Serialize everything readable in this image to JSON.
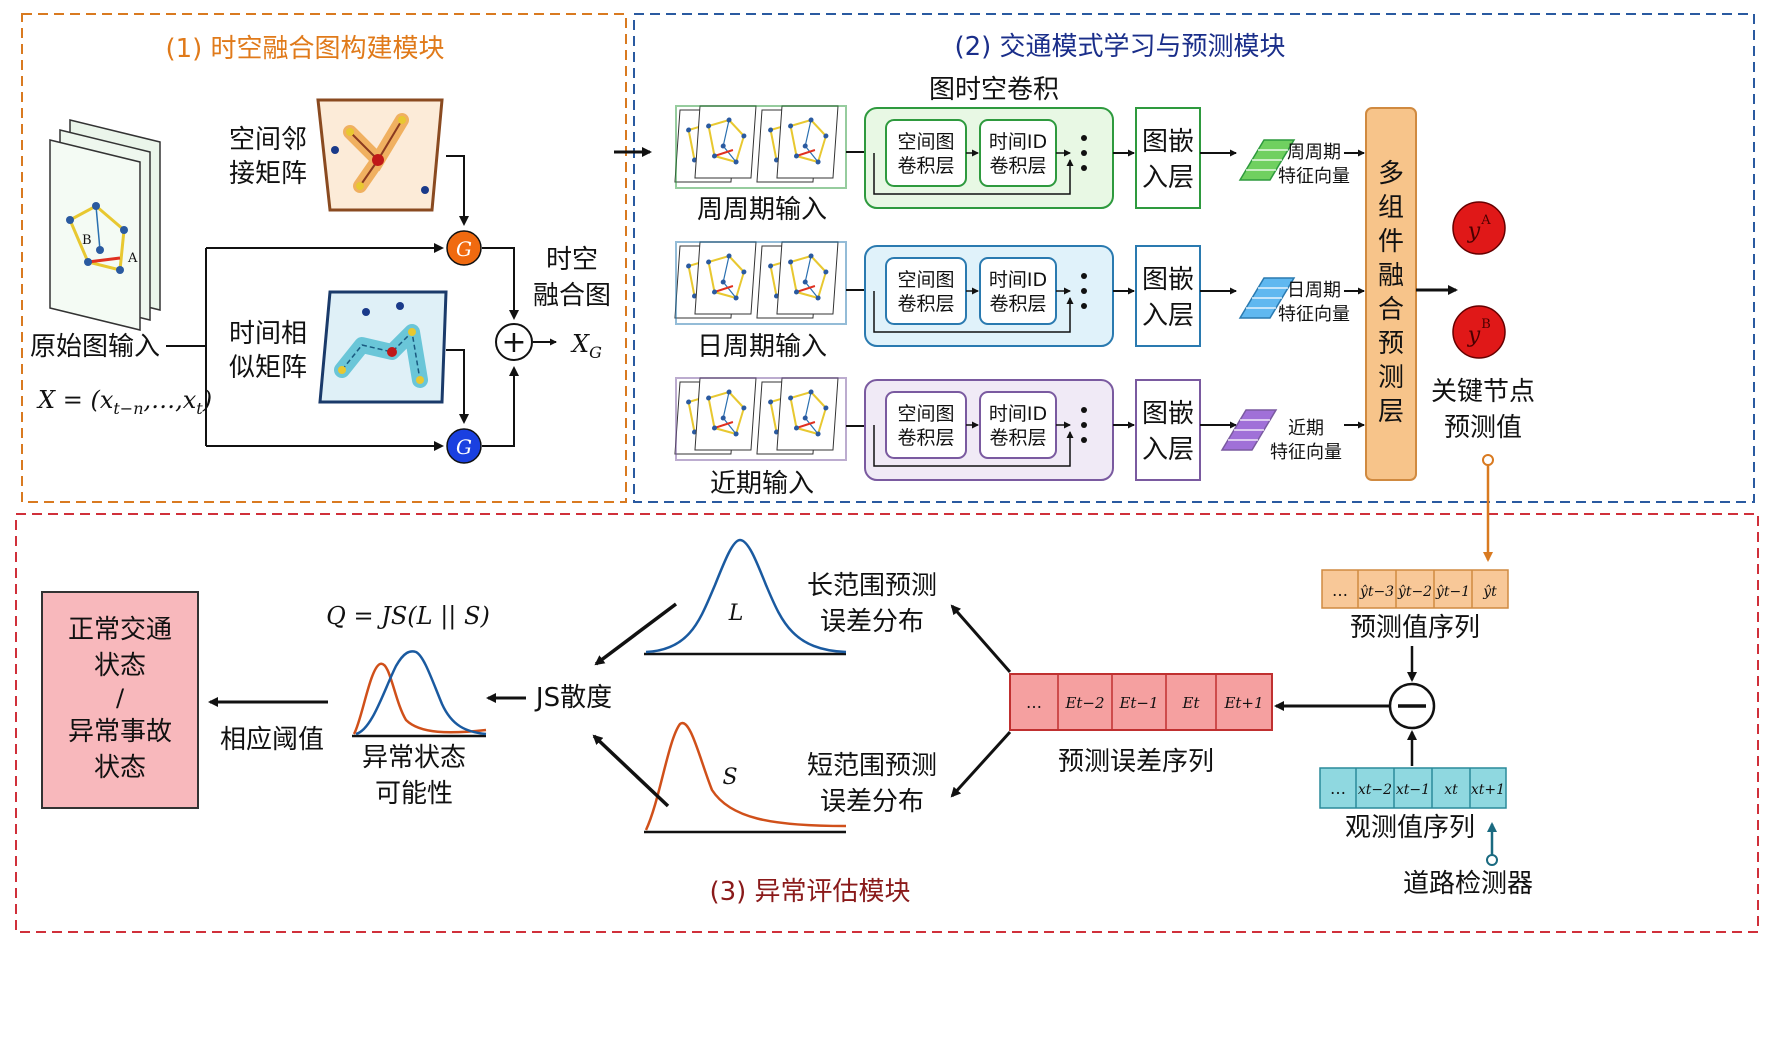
{
  "modules": {
    "m1_title": "(1) 时空融合图构建模块",
    "m2_title": "(2) 交通模式学习与预测模块",
    "m3_title": "(3) 异常评估模块"
  },
  "colors": {
    "m1_border": "#d97a20",
    "m2_border": "#2a5aa0",
    "m3_border": "#d0303a",
    "m1_title": "#e07a1a",
    "m2_title": "#1a2e8a",
    "m3_title": "#8a1a1a",
    "green": "#2e9a3e",
    "blue": "#2a7ab0",
    "purple": "#7a5aa0",
    "fusion": "#f7c48a",
    "pred_red": "#e01818",
    "pred_seq": "#f8c898",
    "err_seq": "#f5a0a0",
    "obs_seq": "#8fd8e0",
    "normal_box": "#f8b8bc"
  },
  "m1": {
    "raw_input": "原始图输入",
    "formula_x": "X = (x",
    "formula_x_sub1": "t−n",
    "formula_x_mid": ",…,x",
    "formula_x_sub2": "t",
    "formula_x_end": ")",
    "spatial_1": "空间邻",
    "spatial_2": "接矩阵",
    "temporal_1": "时间相",
    "temporal_2": "似矩阵",
    "g_label": "G",
    "st_1": "时空",
    "st_2": "融合图",
    "xg": "X",
    "xg_sub": "G",
    "plus": "+"
  },
  "m2": {
    "gconv_title": "图时空卷积",
    "branches": [
      {
        "input_label": "周周期输入",
        "spatial": [
          "空间图",
          "卷积层"
        ],
        "temporal": [
          "时间ID",
          "卷积层"
        ],
        "embed": [
          "图嵌",
          "入层"
        ],
        "vec": [
          "周周期",
          "特征向量"
        ]
      },
      {
        "input_label": "日周期输入",
        "spatial": [
          "空间图",
          "卷积层"
        ],
        "temporal": [
          "时间ID",
          "卷积层"
        ],
        "embed": [
          "图嵌",
          "入层"
        ],
        "vec": [
          "日周期",
          "特征向量"
        ]
      },
      {
        "input_label": "近期输入",
        "spatial": [
          "空间图",
          "卷积层"
        ],
        "temporal": [
          "时间ID",
          "卷积层"
        ],
        "embed": [
          "图嵌",
          "入层"
        ],
        "vec": [
          "近期",
          "特征向量"
        ]
      }
    ],
    "fusion_chars": [
      "多",
      "组",
      "件",
      "融",
      "合",
      "预",
      "测",
      "层"
    ],
    "pred_a": "y",
    "pred_a_sup": "A",
    "pred_b": "y",
    "pred_b_sup": "B",
    "key_1": "关键节点",
    "key_2": "预测值"
  },
  "m3": {
    "pred_seq_cells": [
      "…",
      "ŷt−3",
      "ŷt−2",
      "ŷt−1",
      "ŷt"
    ],
    "pred_seq_label": "预测值序列",
    "minus": "−",
    "obs_seq_cells": [
      "…",
      "xt−2",
      "xt−1",
      "xt",
      "xt+1"
    ],
    "obs_seq_label": "观测值序列",
    "sensor": "道路检测器",
    "err_seq_cells": [
      "…",
      "Et−2",
      "Et−1",
      "Et",
      "Et+1"
    ],
    "err_seq_label": "预测误差序列",
    "long_1": "长范围预测",
    "long_2": "误差分布",
    "short_1": "短范围预测",
    "short_2": "误差分布",
    "L": "L",
    "S": "S",
    "js": "JS散度",
    "q_formula": "Q = JS(L || S)",
    "anom_1": "异常状态",
    "anom_2": "可能性",
    "threshold": "相应阈值",
    "result_1": "正常交通",
    "result_2": "状态",
    "result_3": "/",
    "result_4": "异常事故",
    "result_5": "状态"
  }
}
